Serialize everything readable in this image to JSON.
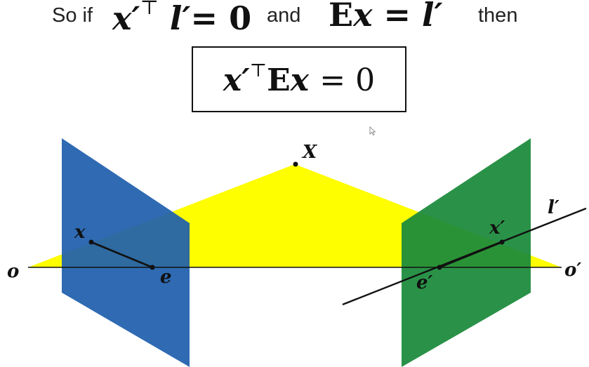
{
  "heading": {
    "so_if": "So if",
    "eq1": "x′ᵀ l′= 0",
    "and": "and",
    "eq2": "Ex = l′",
    "then": "then"
  },
  "result_box": {
    "equation": "x′ᵀEx = 0"
  },
  "diagram": {
    "labels": {
      "X": "X",
      "x": "x",
      "o": "o",
      "e": "e",
      "x_prime": "x′",
      "e_prime": "e′",
      "o_prime": "o′",
      "l_prime": "l′"
    },
    "colors": {
      "left_plane": "#1f5fad",
      "right_plane": "#1a8a3a",
      "epipolar_plane": "#fefe00",
      "lines": "#111111"
    }
  },
  "icons": [
    "mouse-cursor-icon"
  ]
}
